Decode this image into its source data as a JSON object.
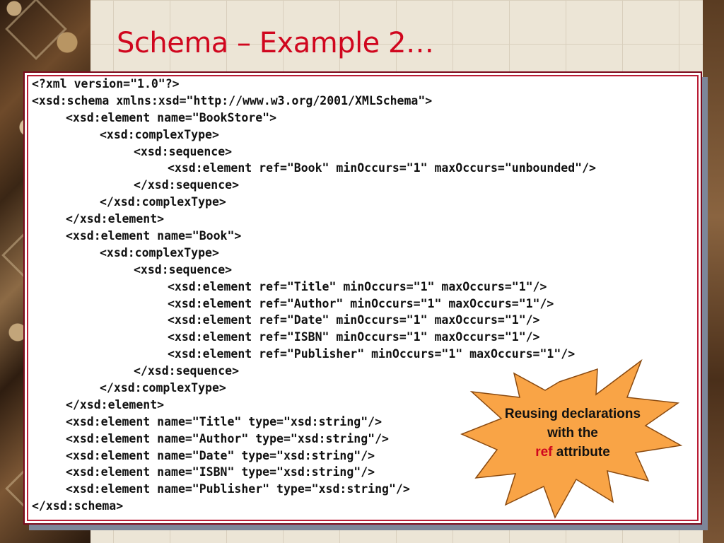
{
  "slide": {
    "title": "Schema – Example 2…"
  },
  "code": {
    "lines": [
      {
        "indent": 0,
        "text": "<?xml version=\"1.0\"?>"
      },
      {
        "indent": 0,
        "text": "<xsd:schema xmlns:xsd=\"http://www.w3.org/2001/XMLSchema\">"
      },
      {
        "indent": 1,
        "text": "<xsd:element name=\"BookStore\">"
      },
      {
        "indent": 2,
        "text": "<xsd:complexType>"
      },
      {
        "indent": 3,
        "text": "<xsd:sequence>"
      },
      {
        "indent": 4,
        "text": "<xsd:element ref=\"Book\" minOccurs=\"1\" maxOccurs=\"unbounded\"/>"
      },
      {
        "indent": 3,
        "text": "</xsd:sequence>"
      },
      {
        "indent": 2,
        "text": "</xsd:complexType>"
      },
      {
        "indent": 1,
        "text": "</xsd:element>"
      },
      {
        "indent": 1,
        "text": "<xsd:element name=\"Book\">"
      },
      {
        "indent": 2,
        "text": "<xsd:complexType>"
      },
      {
        "indent": 3,
        "text": "<xsd:sequence>"
      },
      {
        "indent": 4,
        "text": "<xsd:element ref=\"Title\" minOccurs=\"1\" maxOccurs=\"1\"/>"
      },
      {
        "indent": 4,
        "text": "<xsd:element ref=\"Author\" minOccurs=\"1\" maxOccurs=\"1\"/>"
      },
      {
        "indent": 4,
        "text": "<xsd:element ref=\"Date\" minOccurs=\"1\" maxOccurs=\"1\"/>"
      },
      {
        "indent": 4,
        "text": "<xsd:element ref=\"ISBN\" minOccurs=\"1\" maxOccurs=\"1\"/>"
      },
      {
        "indent": 4,
        "text": "<xsd:element ref=\"Publisher\" minOccurs=\"1\" maxOccurs=\"1\"/>"
      },
      {
        "indent": 3,
        "text": "</xsd:sequence>"
      },
      {
        "indent": 2,
        "text": "</xsd:complexType>"
      },
      {
        "indent": 1,
        "text": "</xsd:element>"
      },
      {
        "indent": 1,
        "text": "<xsd:element name=\"Title\" type=\"xsd:string\"/>"
      },
      {
        "indent": 1,
        "text": "<xsd:element name=\"Author\" type=\"xsd:string\"/>"
      },
      {
        "indent": 1,
        "text": "<xsd:element name=\"Date\" type=\"xsd:string\"/>"
      },
      {
        "indent": 1,
        "text": "<xsd:element name=\"ISBN\" type=\"xsd:string\"/>"
      },
      {
        "indent": 1,
        "text": "<xsd:element name=\"Publisher\" type=\"xsd:string\"/>"
      },
      {
        "indent": 0,
        "text": "</xsd:schema>"
      }
    ]
  },
  "callout": {
    "line1": "Reusing declarations",
    "line2": "with the",
    "keyword": "ref",
    "line3_rest": " attribute",
    "fill": "#f9a446",
    "stroke": "#8a4a10"
  },
  "colors": {
    "title": "#d0061e",
    "code_border": "#7a0a1c",
    "keyword": "#d0061e"
  }
}
